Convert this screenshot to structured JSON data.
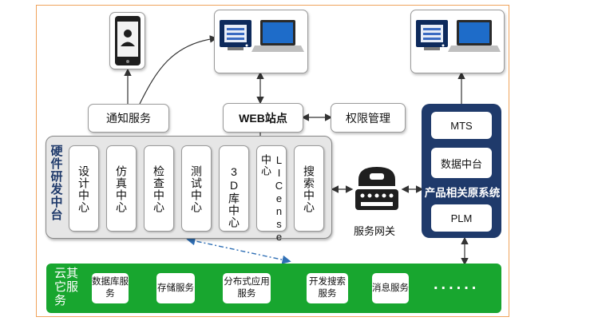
{
  "notify": "通知服务",
  "web": "WEB站点",
  "perm": "权限管理",
  "hardware": {
    "title": "硬件研发中台",
    "centers": [
      "设计中心",
      "仿真中心",
      "检查中心",
      "测试中心",
      "3D库中心",
      "LICense中心",
      "搜索中心"
    ]
  },
  "gateway": "服务网关",
  "product": {
    "title": "产品相关原系统",
    "items": [
      "MTS",
      "数据中台",
      "PLM"
    ]
  },
  "cloud": {
    "title": "云其它服务",
    "services": [
      "数据库服务",
      "存储服务",
      "分布式应用服务",
      "开发搜索服务",
      "消息服务"
    ],
    "more": "......"
  },
  "colors": {
    "navy": "#1f3a6b",
    "green": "#18a62f",
    "frame": "#f0a35c",
    "link": "#2f6fb5"
  }
}
